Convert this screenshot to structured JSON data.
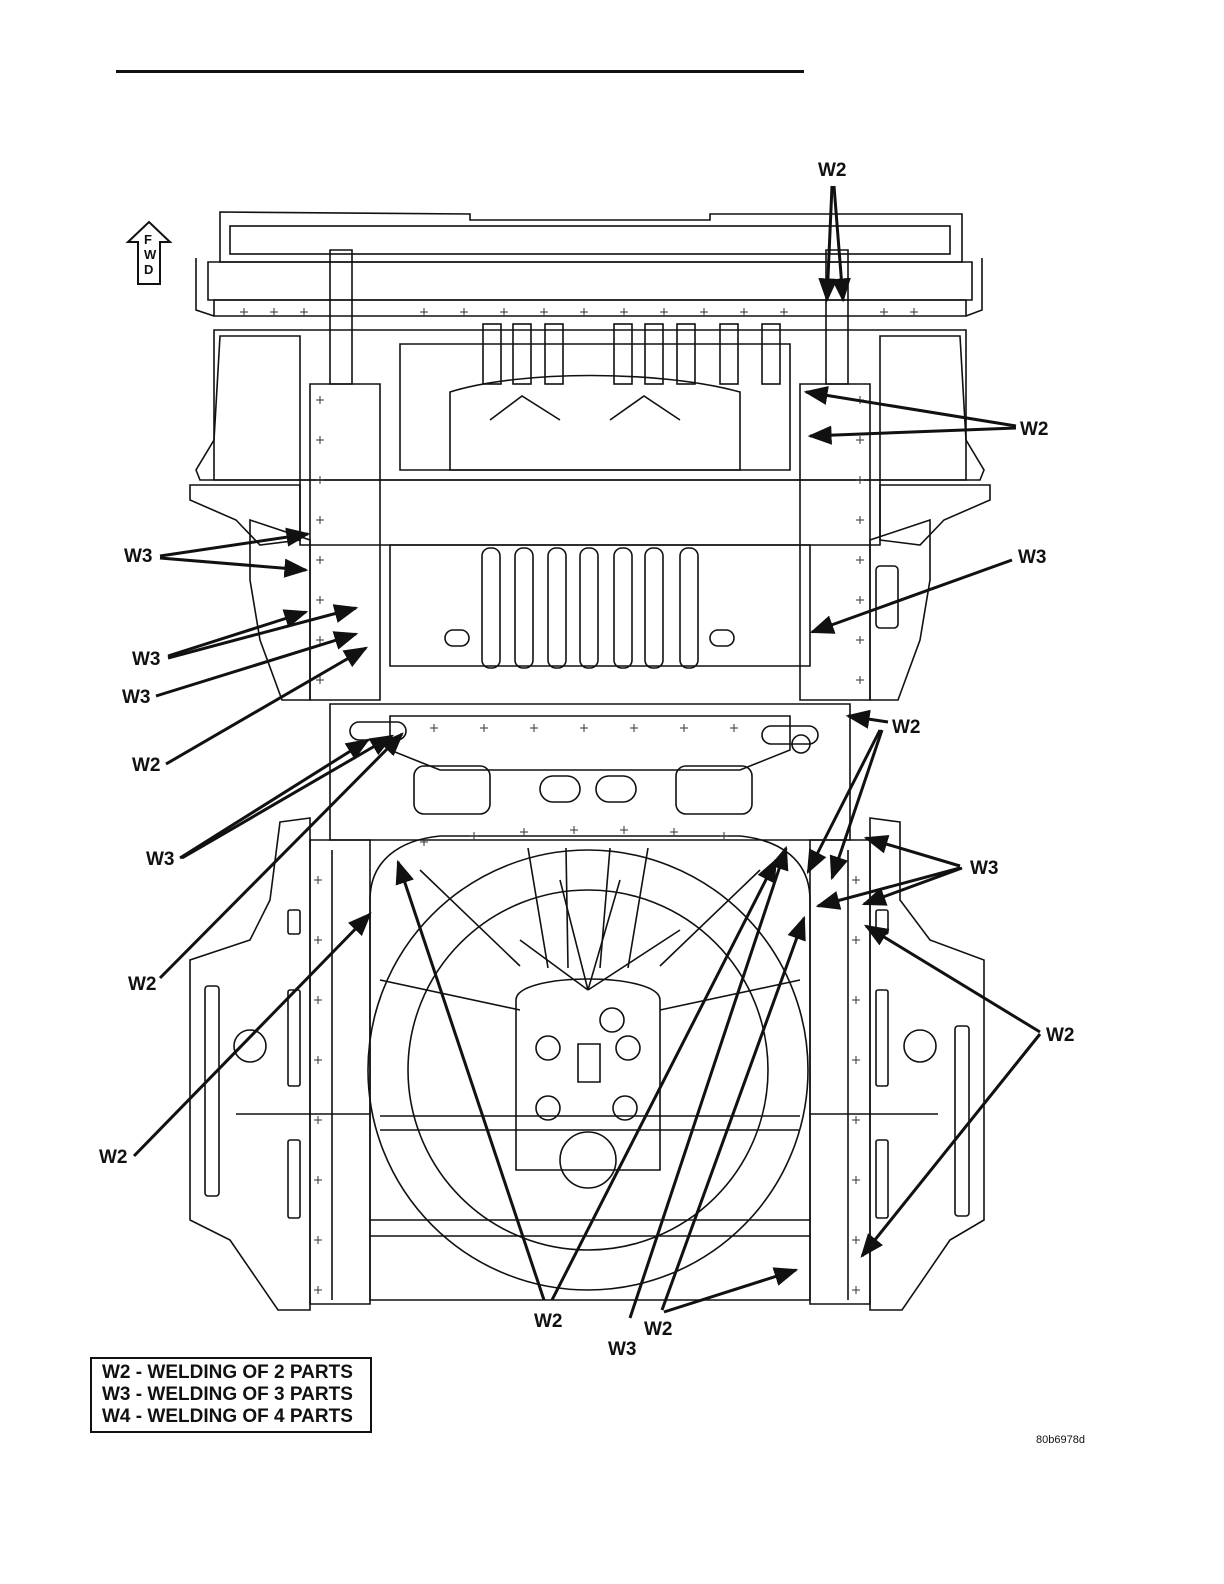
{
  "fwd_label": [
    "F",
    "W",
    "D"
  ],
  "callouts": [
    {
      "id": "c1",
      "text": "W2"
    },
    {
      "id": "c2",
      "text": "W2"
    },
    {
      "id": "c3",
      "text": "W3"
    },
    {
      "id": "c4",
      "text": "W3"
    },
    {
      "id": "c5",
      "text": "W3"
    },
    {
      "id": "c6",
      "text": "W3"
    },
    {
      "id": "c7",
      "text": "W2"
    },
    {
      "id": "c8",
      "text": "W2"
    },
    {
      "id": "c9",
      "text": "W3"
    },
    {
      "id": "c10",
      "text": "W3"
    },
    {
      "id": "c11",
      "text": "W2"
    },
    {
      "id": "c12",
      "text": "W2"
    },
    {
      "id": "c13",
      "text": "W2"
    },
    {
      "id": "c14",
      "text": "W2"
    },
    {
      "id": "c15",
      "text": "W3"
    },
    {
      "id": "c16",
      "text": "W2"
    }
  ],
  "legend": [
    "W2 - WELDING OF 2 PARTS",
    "W3 - WELDING OF 3 PARTS",
    "W4 - WELDING OF 4 PARTS"
  ],
  "figure_id": "80b6978d",
  "colors": {
    "ink": "#111111",
    "paper": "#ffffff",
    "detail": "#555555"
  }
}
